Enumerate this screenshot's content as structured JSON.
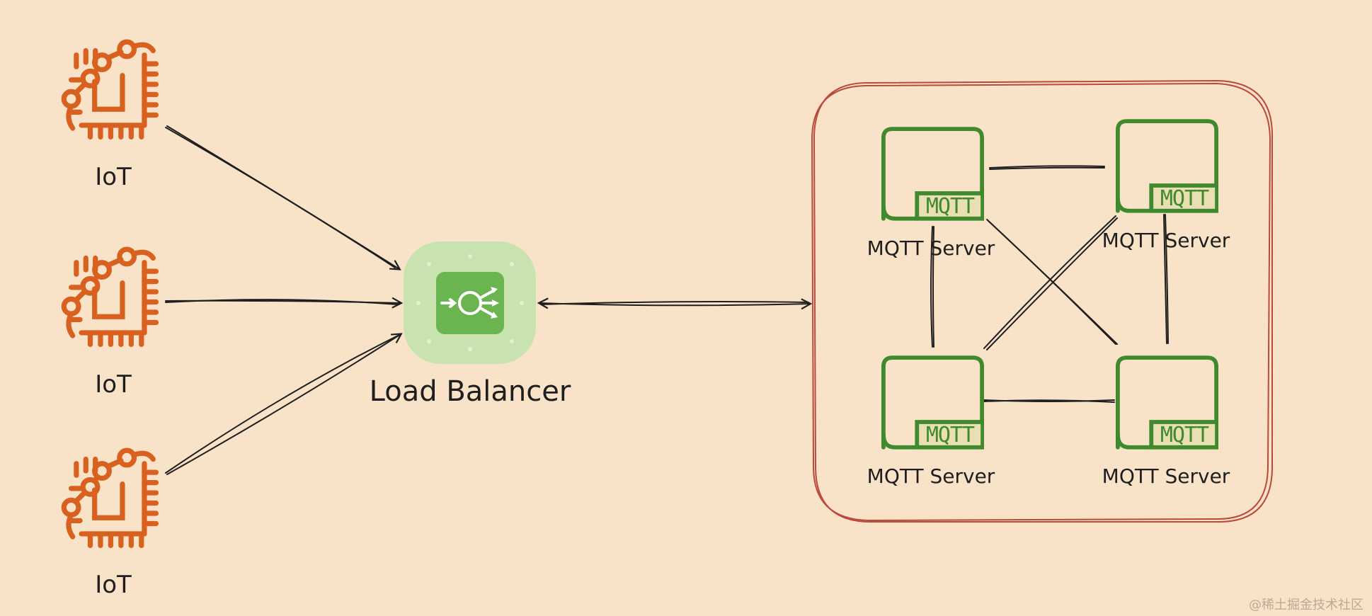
{
  "nodes": {
    "iot": [
      {
        "label": "IoT"
      },
      {
        "label": "IoT"
      },
      {
        "label": "IoT"
      }
    ],
    "load_balancer": {
      "label": "Load Balancer"
    },
    "mqtt_servers": [
      {
        "label": "MQTT Server",
        "badge": "MQTT"
      },
      {
        "label": "MQTT Server",
        "badge": "MQTT"
      },
      {
        "label": "MQTT Server",
        "badge": "MQTT"
      },
      {
        "label": "MQTT Server",
        "badge": "MQTT"
      }
    ]
  },
  "edges": [
    {
      "from": "iot-1",
      "to": "load-balancer",
      "arrow": "end"
    },
    {
      "from": "iot-2",
      "to": "load-balancer",
      "arrow": "end"
    },
    {
      "from": "iot-3",
      "to": "load-balancer",
      "arrow": "end"
    },
    {
      "from": "load-balancer",
      "to": "mqtt-cluster",
      "arrow": "both"
    },
    {
      "from": "mqtt-server-1",
      "to": "mqtt-server-2",
      "arrow": "none"
    },
    {
      "from": "mqtt-server-1",
      "to": "mqtt-server-3",
      "arrow": "none"
    },
    {
      "from": "mqtt-server-1",
      "to": "mqtt-server-4",
      "arrow": "none"
    },
    {
      "from": "mqtt-server-2",
      "to": "mqtt-server-3",
      "arrow": "none"
    },
    {
      "from": "mqtt-server-2",
      "to": "mqtt-server-4",
      "arrow": "none"
    },
    {
      "from": "mqtt-server-3",
      "to": "mqtt-server-4",
      "arrow": "none"
    }
  ],
  "watermark": "@稀土掘金技术社区",
  "colors": {
    "background": "#f9e3c8",
    "iot_icon": "#d9611f",
    "load_balancer_outer": "#c8e3b0",
    "load_balancer_inner": "#6bb551",
    "mqtt_server": "#3f8a2e",
    "cluster_border": "#b94a3c",
    "edge": "#1e1e1e"
  },
  "icons": {
    "iot": "iot-chip-icon",
    "load_balancer": "load-balancer-icon",
    "mqtt_server": "mqtt-server-icon"
  }
}
